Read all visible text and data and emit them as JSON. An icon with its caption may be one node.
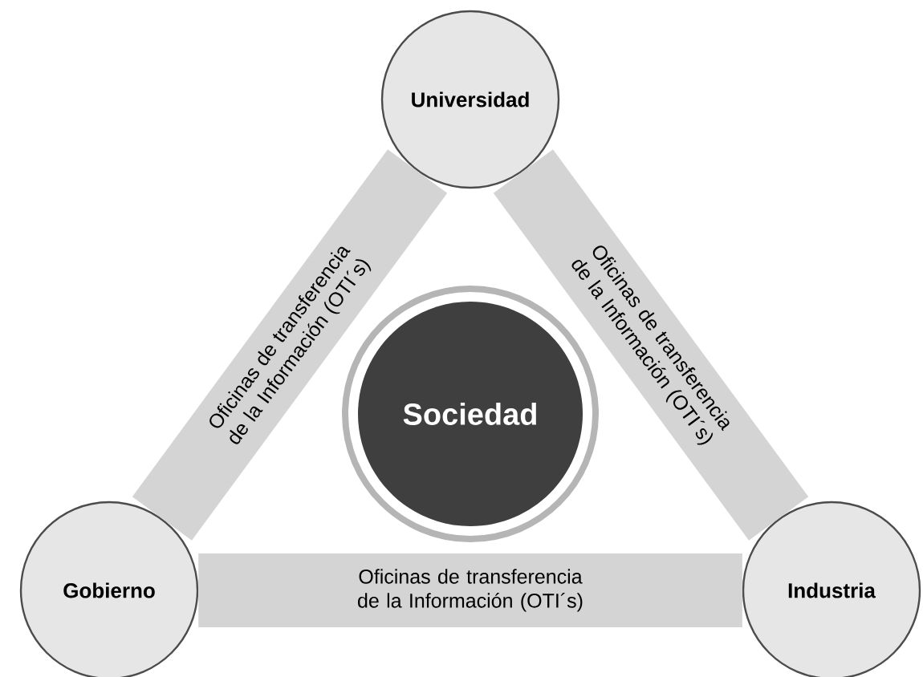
{
  "diagram": {
    "nodes": [
      {
        "text": [
          "Universidad"
        ]
      },
      {
        "text": [
          "Sociedad"
        ]
      },
      {
        "text": [
          "Gobierno"
        ]
      },
      {
        "text": [
          "Industria"
        ]
      }
    ],
    "edges": [
      {
        "from": 2,
        "to": 0,
        "arrow": "none",
        "label": "Oficinas de transferencia de la Información (OTI´s)"
      },
      {
        "from": 0,
        "to": 3,
        "arrow": "none",
        "label": "Oficinas de transferencia de la Información (OTI´s)"
      },
      {
        "from": 2,
        "to": 3,
        "arrow": "none",
        "label": "Oficinas de transferencia de la Información (OTI´s)"
      }
    ]
  }
}
